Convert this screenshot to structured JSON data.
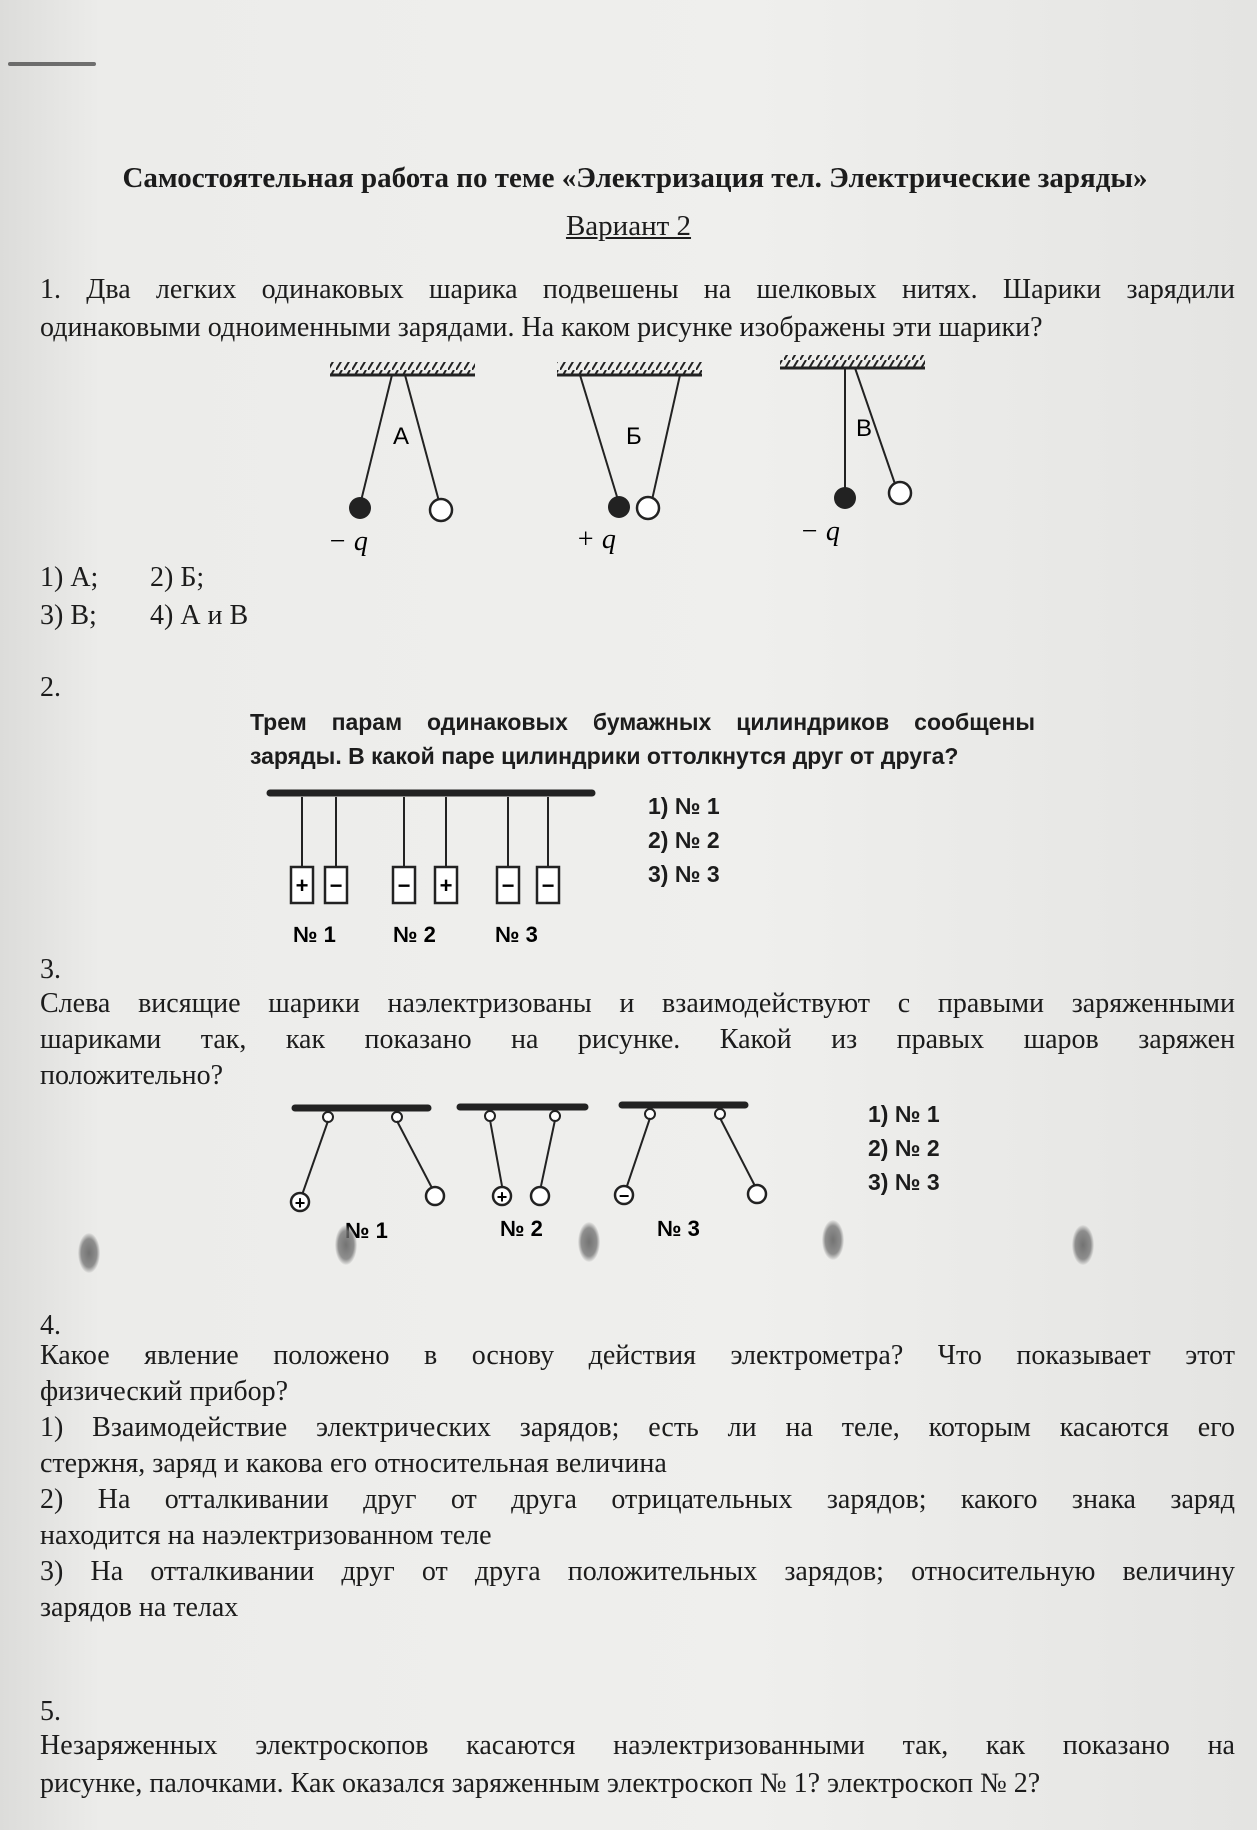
{
  "header": {
    "title": "Самостоятельная работа по теме «Электризация тел. Электрические заряды»",
    "variant": "Вариант 2"
  },
  "q1": {
    "text_line1": "1. Два легких одинаковых шарика подвешены на шелковых нитях. Шарики зарядили",
    "text_line2": "одинаковыми одноименными зарядами. На каком рисунке изображены эти шарики?",
    "figures": [
      {
        "label": "А",
        "charge": "− q"
      },
      {
        "label": "Б",
        "charge": "+ q"
      },
      {
        "label": "В",
        "charge": "− q"
      }
    ],
    "answers": [
      "1) А;",
      "2) Б;",
      "3) В;",
      "4) А и В"
    ]
  },
  "q2": {
    "number": "2.",
    "text_line1": "Трем парам одинаковых бумажных цилиндриков сообщены",
    "text_line2": "заряды. В какой паре цилиндрики оттолкнутся друг от друга?",
    "signs": [
      "+",
      "−",
      "−",
      "+",
      "−",
      "−"
    ],
    "pair_labels": [
      "№ 1",
      "№ 2",
      "№ 3"
    ],
    "answers": [
      "1) № 1",
      "2) № 2",
      "3) № 3"
    ]
  },
  "q3": {
    "number": "3.",
    "text_line1": "Слева висящие шарики наэлектризованы и взаимодействуют с правыми заряженными",
    "text_line2": "шариками так, как показано на рисунке. Какой из правых шаров заряжен",
    "text_line3": "положительно?",
    "signs": [
      "+",
      "+",
      "−"
    ],
    "labels": [
      "№ 1",
      "№ 2",
      "№ 3"
    ],
    "answers": [
      "1) № 1",
      "2) № 2",
      "3) № 3"
    ]
  },
  "q4": {
    "number": "4.",
    "lines": [
      "Какое явление положено в основу действия электрометра? Что показывает этот",
      "физический прибор?",
      "1) Взаимодействие электрических зарядов; есть ли на теле, которым касаются его",
      "стержня, заряд и какова его относительная величина",
      "2) На отталкивании друг от друга отрицательных зарядов; какого знака заряд",
      "находится на наэлектризованном теле",
      "3) На отталкивании друг от друга положительных зарядов; относительную величину",
      "зарядов на телах"
    ]
  },
  "q5": {
    "number": "5.",
    "text_line1": "Незаряженных электроскопов касаются наэлектризованными так, как показано на",
    "text_line2": "рисунке, палочками. Как оказался заряженным электроскоп № 1? электроскоп № 2?"
  }
}
